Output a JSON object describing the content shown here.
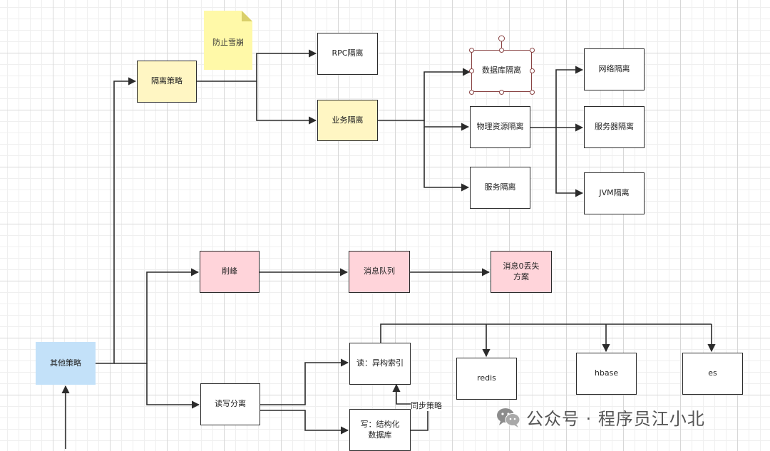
{
  "diagram": {
    "note": "防止雪崩",
    "nodes": {
      "other_strategy": "其他策略",
      "isolation_strategy": "隔离策略",
      "rpc_isolation": "RPC隔离",
      "business_isolation": "业务隔离",
      "db_isolation": "数据库隔离",
      "physical_isolation": "物理资源隔离",
      "service_isolation": "服务隔离",
      "network_isolation": "网络隔离",
      "server_isolation": "服务器隔离",
      "jvm_isolation": "JVM隔离",
      "peak_shaving": "削峰",
      "message_queue": "消息队列",
      "zero_loss": "消息0丢失方案",
      "rw_split": "读写分离",
      "read_index": "读：异构索引",
      "write_db": "写：结构化数据库",
      "redis": "redis",
      "hbase": "hbase",
      "es": "es"
    },
    "edge_labels": {
      "sync": "同步策略"
    }
  },
  "colors": {
    "yellow": "#fff6c3",
    "pink": "#ffd4da",
    "blue": "#c3e1f9",
    "note": "#fff9a8",
    "line": "#2b2b2b"
  },
  "watermark": {
    "icon": "wechat-icon",
    "text": "公众号 · 程序员江小北"
  }
}
